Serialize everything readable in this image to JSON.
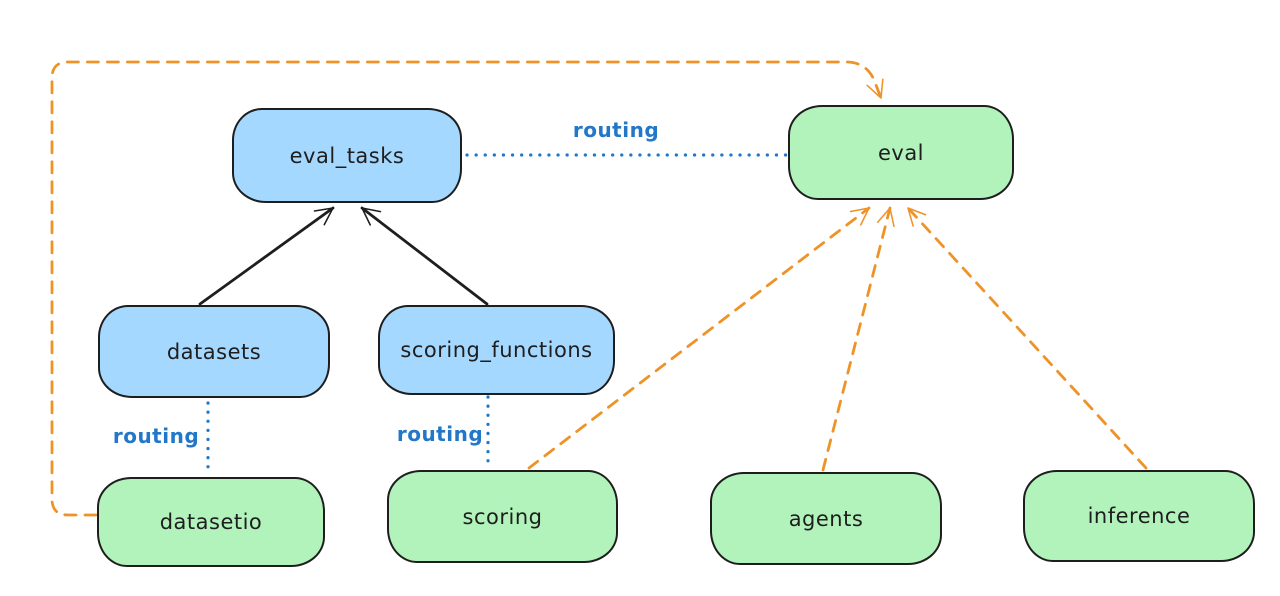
{
  "diagram": {
    "title": "",
    "background": "#ffffff",
    "colors": {
      "registry_fill": "#a5d8ff",
      "provider_fill": "#b2f2bb",
      "node_stroke": "#1e1e1e",
      "routing_blue": "#2277c8",
      "provider_orange": "#ee9328",
      "solid_arrow_black": "#1e1e1e"
    },
    "nodes": [
      {
        "id": "eval_tasks",
        "label": "eval_tasks",
        "color": "blue"
      },
      {
        "id": "eval",
        "label": "eval",
        "color": "green"
      },
      {
        "id": "datasets",
        "label": "datasets",
        "color": "blue"
      },
      {
        "id": "scoring_functions",
        "label": "scoring_functions",
        "color": "blue"
      },
      {
        "id": "datasetio",
        "label": "datasetio",
        "color": "green"
      },
      {
        "id": "scoring",
        "label": "scoring",
        "color": "green"
      },
      {
        "id": "agents",
        "label": "agents",
        "color": "green"
      },
      {
        "id": "inference",
        "label": "inference",
        "color": "green"
      }
    ],
    "edges": [
      {
        "from": "datasets",
        "to": "eval_tasks",
        "style": "solid",
        "color": "black",
        "arrow": true,
        "label": ""
      },
      {
        "from": "scoring_functions",
        "to": "eval_tasks",
        "style": "solid",
        "color": "black",
        "arrow": true,
        "label": ""
      },
      {
        "from": "eval_tasks",
        "to": "eval",
        "style": "dotted",
        "color": "blue",
        "arrow": false,
        "label": "routing"
      },
      {
        "from": "datasets",
        "to": "datasetio",
        "style": "dotted",
        "color": "blue",
        "arrow": false,
        "label": "routing"
      },
      {
        "from": "scoring_functions",
        "to": "scoring",
        "style": "dotted",
        "color": "blue",
        "arrow": false,
        "label": "routing"
      },
      {
        "from": "datasetio",
        "to": "eval",
        "style": "dashed",
        "color": "orange",
        "arrow": true,
        "label": ""
      },
      {
        "from": "scoring",
        "to": "eval",
        "style": "dashed",
        "color": "orange",
        "arrow": true,
        "label": ""
      },
      {
        "from": "agents",
        "to": "eval",
        "style": "dashed",
        "color": "orange",
        "arrow": true,
        "label": ""
      },
      {
        "from": "inference",
        "to": "eval",
        "style": "dashed",
        "color": "orange",
        "arrow": true,
        "label": ""
      }
    ]
  }
}
